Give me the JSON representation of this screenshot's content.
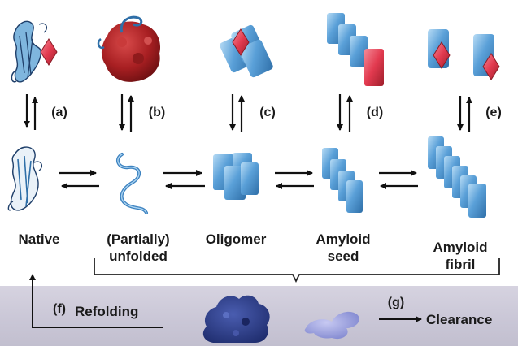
{
  "colors": {
    "blue": "#5aa0d8",
    "blue_light": "#a9d2f0",
    "blue_dark": "#2f6fa8",
    "red": "#e23a4f",
    "red_dark": "#9e1e2a",
    "navy": "#2d3f8c",
    "band": "#cdcad9",
    "arrow": "#111111"
  },
  "stages": [
    {
      "key": "native",
      "label": "Native"
    },
    {
      "key": "unfolded",
      "label": "(Partially)\nunfolded"
    },
    {
      "key": "oligomer",
      "label": "Oligomer"
    },
    {
      "key": "seed",
      "label": "Amyloid\nseed"
    },
    {
      "key": "fibril",
      "label": "Amyloid\nfibril"
    }
  ],
  "steps": {
    "a": "(a)",
    "b": "(b)",
    "c": "(c)",
    "d": "(d)",
    "e": "(e)",
    "f": "(f)",
    "g": "(g)"
  },
  "bottom": {
    "refolding": "Refolding",
    "clearance": "Clearance"
  },
  "icons": {
    "native_top": "native-protein-with-red-diamond-icon",
    "unfolded_top": "red-globular-aggregate-icon",
    "oligomer_top": "blue-oligomer-with-red-diamond-icon",
    "seed_top": "blue-stack-with-red-block-icon",
    "fibril_top": "blue-blocks-with-red-diamonds-icon",
    "clear_dark": "navy-aggregate-blob-icon",
    "clear_light": "lavender-fragment-icon"
  }
}
